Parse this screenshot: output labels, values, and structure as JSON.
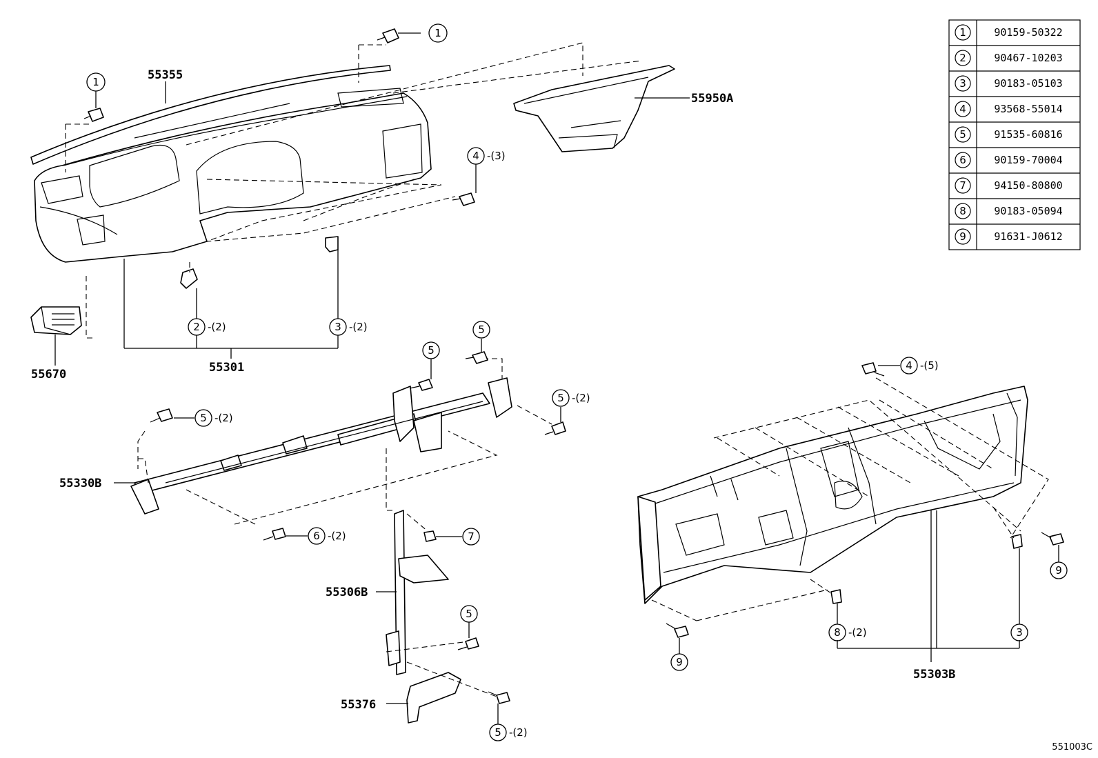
{
  "part_table": [
    {
      "ref": "1",
      "part": "90159-50322"
    },
    {
      "ref": "2",
      "part": "90467-10203"
    },
    {
      "ref": "3",
      "part": "90183-05103"
    },
    {
      "ref": "4",
      "part": "93568-55014"
    },
    {
      "ref": "5",
      "part": "91535-60816"
    },
    {
      "ref": "6",
      "part": "90159-70004"
    },
    {
      "ref": "7",
      "part": "94150-80800"
    },
    {
      "ref": "8",
      "part": "90183-05094"
    },
    {
      "ref": "9",
      "part": "91631-J0612"
    }
  ],
  "part_labels": {
    "p55355": "55355",
    "p55950A": "55950A",
    "p55670": "55670",
    "p55301": "55301",
    "p55330B": "55330B",
    "p55306B": "55306B",
    "p55376": "55376",
    "p55303B": "55303B"
  },
  "callouts": {
    "c1_top": {
      "num": "1",
      "qty": ""
    },
    "c1_left": {
      "num": "1",
      "qty": ""
    },
    "c4_dash": {
      "num": "4",
      "qty": "-(3)"
    },
    "c2_clip": {
      "num": "2",
      "qty": "-(2)"
    },
    "c3_clip": {
      "num": "3",
      "qty": "-(2)"
    },
    "c5_a": {
      "num": "5",
      "qty": ""
    },
    "c5_b": {
      "num": "5",
      "qty": ""
    },
    "c5_right": {
      "num": "5",
      "qty": "-(2)"
    },
    "c5_left": {
      "num": "5",
      "qty": "-(2)"
    },
    "c6": {
      "num": "6",
      "qty": "-(2)"
    },
    "c7": {
      "num": "7",
      "qty": ""
    },
    "c5_mid": {
      "num": "5",
      "qty": ""
    },
    "c5_bottom": {
      "num": "5",
      "qty": "-(2)"
    },
    "c4_frame": {
      "num": "4",
      "qty": "-(5)"
    },
    "c9_right": {
      "num": "9",
      "qty": ""
    },
    "c9_left": {
      "num": "9",
      "qty": ""
    },
    "c8": {
      "num": "8",
      "qty": "-(2)"
    },
    "c3_frame": {
      "num": "3",
      "qty": ""
    }
  },
  "figure_code": "551003C"
}
